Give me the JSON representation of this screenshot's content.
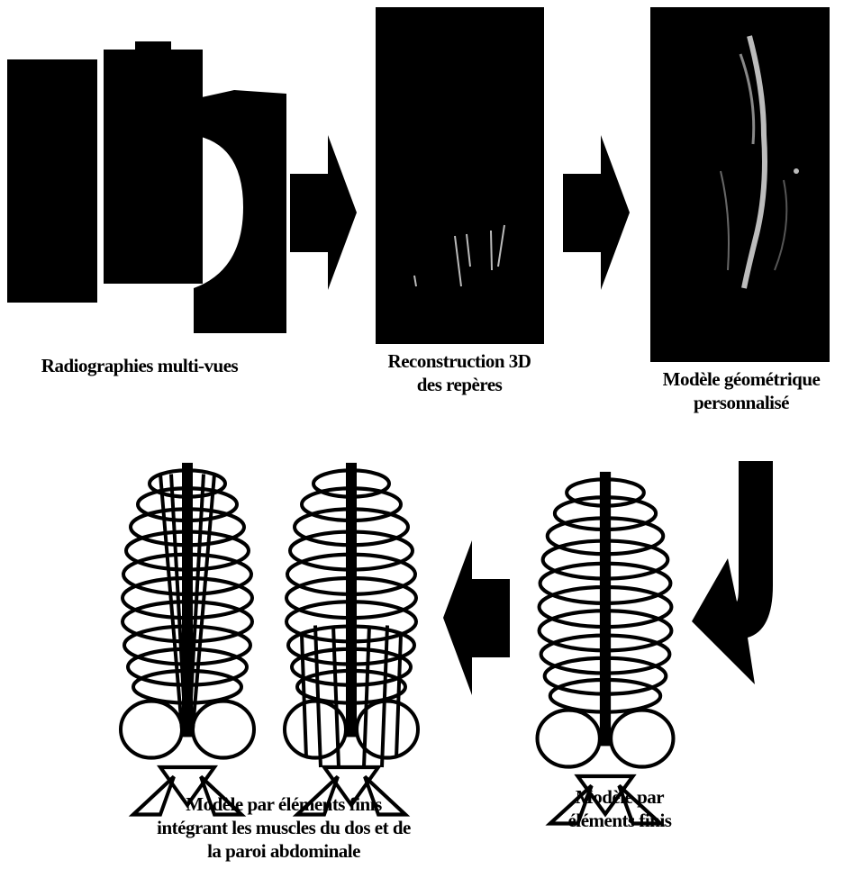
{
  "captions": {
    "radiographs": "Radiographies multi-vues",
    "reconstruction_l1": "Reconstruction 3D",
    "reconstruction_l2": "des repères",
    "geometric_l1": "Modèle géométrique",
    "geometric_l2": "personnalisé",
    "fe_model_l1": "Modèle par",
    "fe_model_l2": "éléments finis",
    "fe_muscles_l1": "Modèle par éléments finis",
    "fe_muscles_l2": "intégrant les muscles du dos et de",
    "fe_muscles_l3": "la paroi abdominale"
  },
  "colors": {
    "ink": "#000000",
    "background": "#ffffff",
    "bone": "#ffffff"
  }
}
